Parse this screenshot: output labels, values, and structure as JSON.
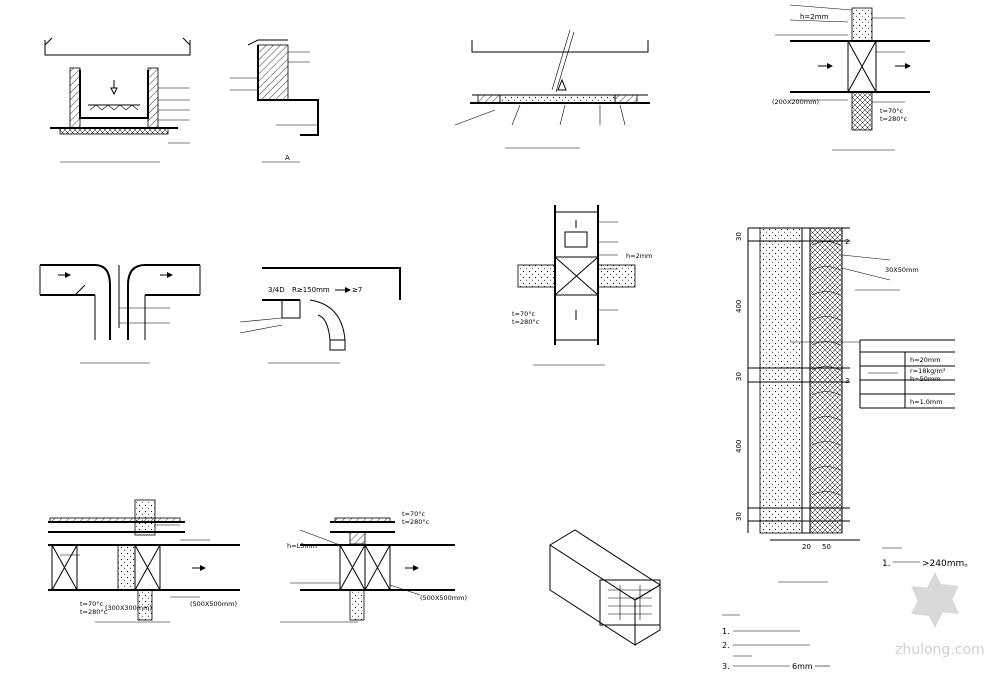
{
  "labels": {
    "h2mm_top": "h=2mm",
    "h2mm_mid": "h=2mm",
    "size_200": "(200X200mm)",
    "t70_a": "t=70°c",
    "t280_a": "t=280°c",
    "t70_b": "t=70°c",
    "t280_b": "t=280°c",
    "t70_c": "t=70°c",
    "t280_c": "t=280°c",
    "t70_d": "t=70°c",
    "t280_d": "t=280°c",
    "size_300": "(300X300mm)",
    "size_500a": "(500X500mm)",
    "size_500b": "(500X500mm)",
    "hL5mm": "h=L5mm",
    "elbow_dim": "3/4D",
    "elbow_r": "R≥150mm",
    "elbow_wall": "≥7",
    "dim_30x50": "30X50mm",
    "spec_h20": "h=20mm",
    "spec_density": "r=18kg/m³",
    "spec_h50": "h=50mm",
    "spec_h10": "h=1.0mm",
    "dim_400a": "400",
    "dim_30a": "30",
    "dim_400b": "400",
    "dim_30b": "30",
    "dim_30c": "30",
    "dim_20": "20",
    "dim_50": "50",
    "mark_A": "A",
    "mark_2": "2",
    "mark_3": "3",
    "note1_num": "1.",
    "note1_tail": ">240mm。",
    "notes_item1": "1.",
    "notes_item2": "2.",
    "notes_item3": "3.",
    "notes_item3_tail": "6mm",
    "watermark": "zhulong.com"
  },
  "colors": {
    "line": "#000000",
    "watermark": "#cfcfcf",
    "background": "#ffffff"
  },
  "icons": {
    "watermark_logo": "snowflake-logo"
  }
}
